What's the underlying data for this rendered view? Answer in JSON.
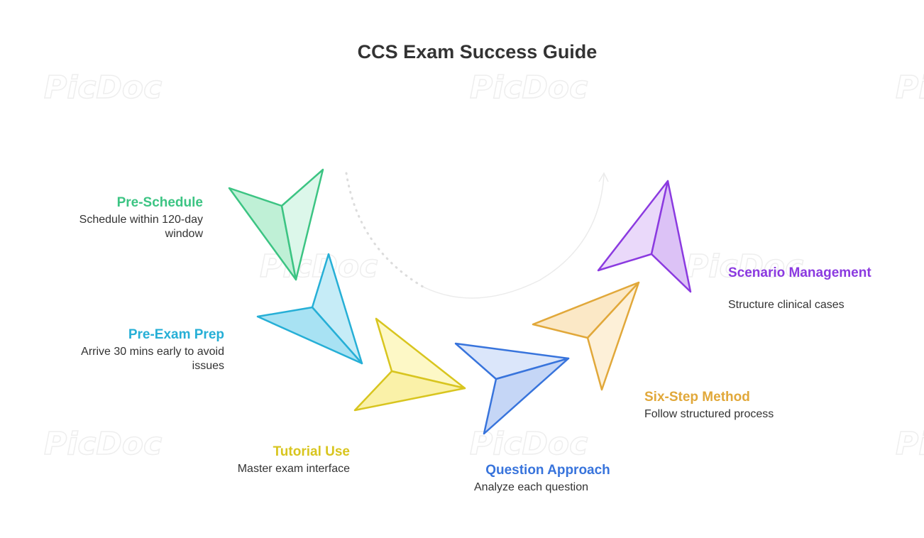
{
  "title": "CCS Exam Success Guide",
  "watermark": "PicDoc",
  "colors": {
    "pre_schedule": "#3cc483",
    "pre_exam_prep": "#26afd6",
    "tutorial_use": "#d8c51f",
    "question_approach": "#3874dc",
    "six_step_method": "#e1a83a",
    "scenario_management": "#8b3ae0"
  },
  "steps": [
    {
      "title": "Pre-Schedule",
      "description": "Schedule within 120-day window",
      "color": "#3cc483"
    },
    {
      "title": "Pre-Exam Prep",
      "description": "Arrive 30 mins early to avoid issues",
      "color": "#26afd6"
    },
    {
      "title": "Tutorial Use",
      "description": "Master exam interface",
      "color": "#d8c51f"
    },
    {
      "title": "Question Approach",
      "description": "Analyze each question",
      "color": "#3874dc"
    },
    {
      "title": "Six-Step Method",
      "description": "Follow structured process",
      "color": "#e1a83a"
    },
    {
      "title": "Scenario Management",
      "description": "Structure clinical cases",
      "color": "#8b3ae0"
    }
  ]
}
